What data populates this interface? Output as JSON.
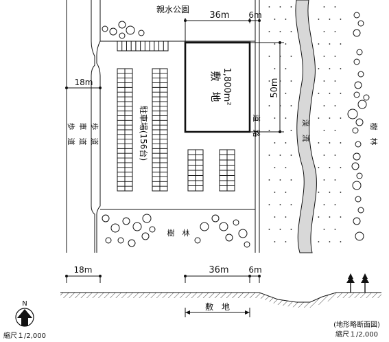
{
  "top": {
    "park_label": "親水公園",
    "dim_site_width": "36m",
    "dim_road_width": "6m",
    "dim_site_depth": "50m",
    "dim_left_road": "18m"
  },
  "site": {
    "label": "敷　地",
    "area": "1,800m²"
  },
  "parking": {
    "label": "駐車場(156台)"
  },
  "roads": {
    "left_sidewalk_1": "歩　道",
    "left_carriageway": "車　道",
    "left_sidewalk_2": "歩　道",
    "right_road": "道　路"
  },
  "stream": {
    "label": "渓　流"
  },
  "trees": {
    "bottom_label": "樹　林",
    "right_label": "樹　林"
  },
  "section": {
    "dim_left": "18m",
    "dim_site": "36m",
    "dim_road": "6m",
    "site_label": "敷　地",
    "caption": "(地形略断面図)",
    "scale": "縮尺１/2,000"
  },
  "north": {
    "letter": "N",
    "scale": "縮尺１/2,000"
  }
}
